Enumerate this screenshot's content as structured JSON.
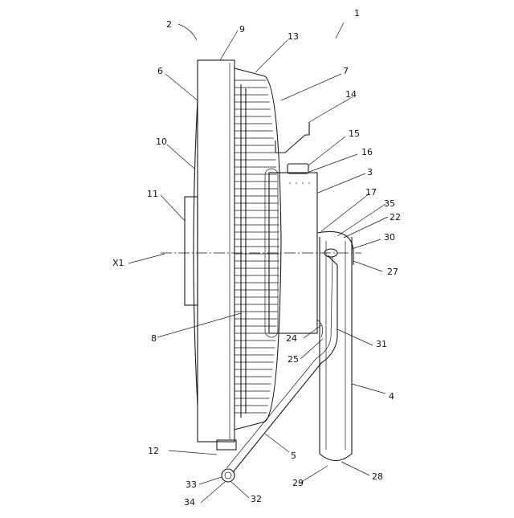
{
  "diagram": {
    "labels": {
      "l1": "1",
      "l2": "2",
      "l3": "3",
      "l4": "4",
      "l5": "5",
      "l6": "6",
      "l7": "7",
      "l8": "8",
      "l9": "9",
      "l10": "10",
      "l11": "11",
      "l12": "12",
      "l13": "13",
      "l14": "14",
      "l15": "15",
      "l16": "16",
      "l17": "17",
      "l22": "22",
      "l24": "24",
      "l25": "25",
      "l27": "27",
      "l28": "28",
      "l29": "29",
      "l30": "30",
      "l31": "31",
      "l32": "32",
      "l33": "33",
      "l34": "34",
      "l35": "35",
      "axis": "X1"
    }
  }
}
